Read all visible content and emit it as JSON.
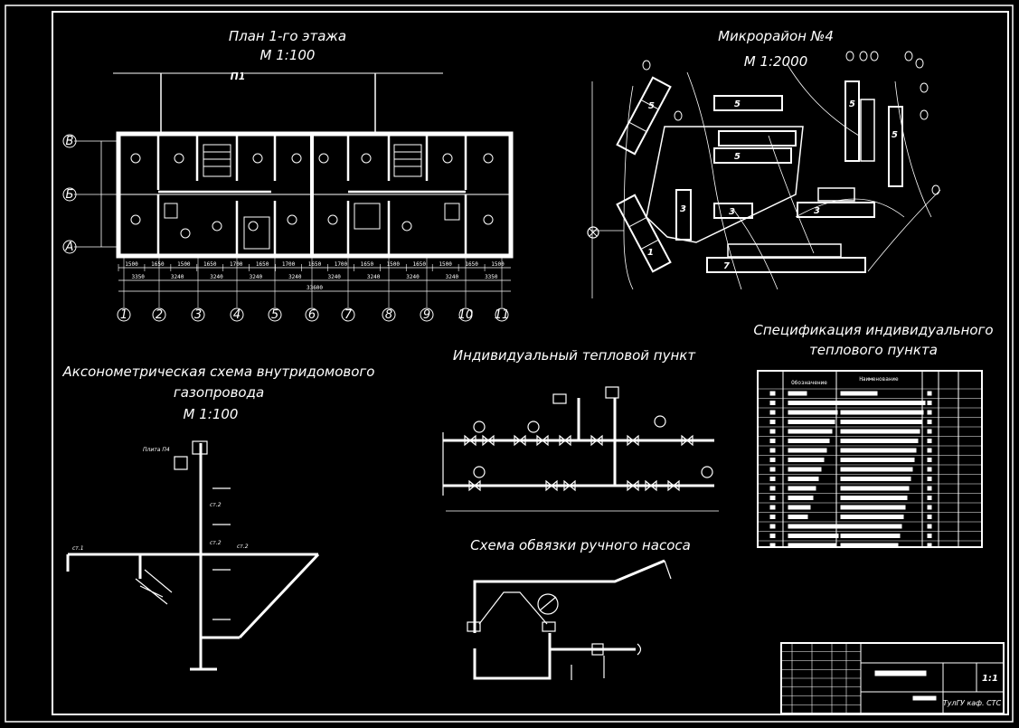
{
  "drawings": {
    "floor_plan": {
      "title": "План 1-го этажа",
      "scale": "М 1:100",
      "row_axes": [
        "В",
        "Б",
        "А"
      ],
      "column_axes": [
        "1",
        "2",
        "3",
        "4",
        "5",
        "6",
        "7",
        "8",
        "9",
        "10",
        "11"
      ],
      "top_marker": "П1",
      "chain_dims": [
        "1500",
        "1650",
        "1500",
        "1650",
        "1700",
        "1650",
        "1700",
        "1650",
        "1700",
        "1650",
        "1500",
        "1650",
        "1500",
        "1650",
        "1500"
      ],
      "mid_dims": [
        "3350",
        "3240",
        "3240",
        "3240",
        "3240",
        "3240",
        "3240",
        "3240",
        "3240",
        "3350"
      ],
      "overall_dim": "33600"
    },
    "microdistrict": {
      "title": "Микрорайон №4",
      "scale": "М 1:2000",
      "building_labels": [
        "5",
        "5",
        "5",
        "5",
        "5",
        "3",
        "3",
        "3",
        "1",
        "7"
      ]
    },
    "axonometric": {
      "title_line1": "Аксонометрическая схема внутридомового",
      "title_line2": "газопровода",
      "scale": "М 1:100",
      "plate_label": "Плита П4",
      "riser_labels": [
        "ст.1",
        "ст.2",
        "ст.2",
        "ст.2"
      ]
    },
    "heat_point": {
      "title": "Индивидуальный тепловой пункт"
    },
    "pump_scheme": {
      "title": "Схема обвязки ручного насоса"
    },
    "specification": {
      "title_line1": "Спецификация индивидуального",
      "title_line2": "теплового пункта",
      "headers": [
        "Обозначение",
        "Наименование"
      ]
    },
    "title_block": {
      "scale_value": "1:1",
      "org": "ТулГУ каф. СТС"
    }
  }
}
